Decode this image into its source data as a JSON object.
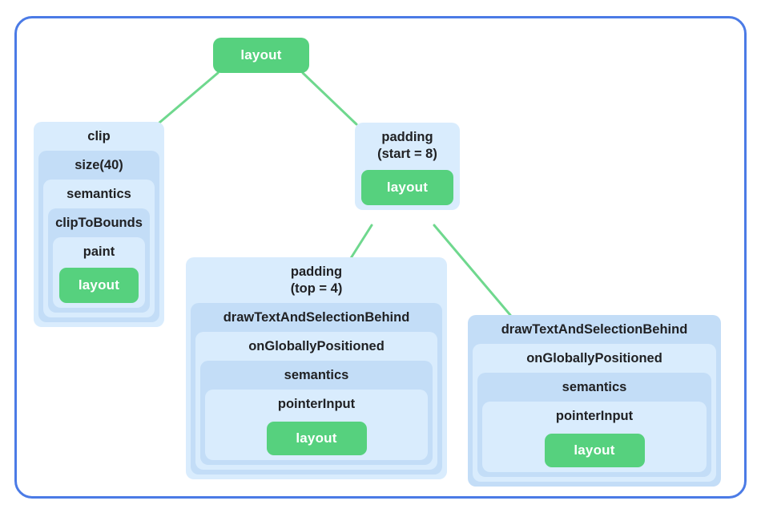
{
  "colors": {
    "frame_border": "#4b7be6",
    "box_light": "#d9ecfd",
    "box_dark": "#c3ddf7",
    "node_green": "#56d17e",
    "edge_green": "#6fd88e",
    "label_text": "#202124",
    "leaf_text": "#ffffff"
  },
  "root": {
    "label": "layout"
  },
  "clip_chain": {
    "levels": [
      "clip",
      "size(40)",
      "semantics",
      "clipToBounds",
      "paint"
    ],
    "leaf": "layout"
  },
  "padding_start": {
    "line1": "padding",
    "line2": "(start = 8)",
    "leaf": "layout"
  },
  "padding_top": {
    "line1": "padding",
    "line2": "(top = 4)",
    "levels": [
      "drawTextAndSelectionBehind",
      "onGloballyPositioned",
      "semantics",
      "pointerInput"
    ],
    "leaf": "layout"
  },
  "draw_chain": {
    "levels": [
      "drawTextAndSelectionBehind",
      "onGloballyPositioned",
      "semantics",
      "pointerInput"
    ],
    "leaf": "layout"
  }
}
